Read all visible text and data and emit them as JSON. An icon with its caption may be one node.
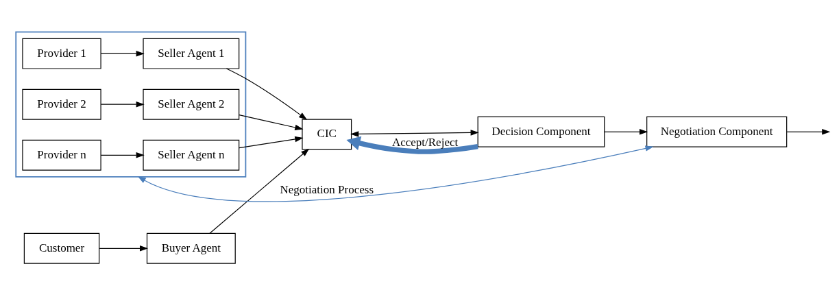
{
  "diagram": {
    "nodes": [
      {
        "text": [],
        "shape": "box"
      },
      {
        "text": [
          "Provider 1"
        ],
        "in": 0
      },
      {
        "text": [
          "Seller Agent 1"
        ],
        "in": 0
      },
      {
        "text": [
          "Provider 2"
        ],
        "in": 0
      },
      {
        "text": [
          "Seller Agent 2"
        ],
        "in": 0
      },
      {
        "text": [
          "Provider n"
        ],
        "in": 0
      },
      {
        "text": [
          "Seller Agent n"
        ],
        "in": 0
      },
      {
        "text": [
          "Customer"
        ]
      },
      {
        "text": [
          "Buyer Agent"
        ]
      },
      {
        "text": [
          "CIC"
        ]
      },
      {
        "text": [
          "Decision Component"
        ]
      },
      {
        "text": [
          "Negotiation Component"
        ]
      }
    ],
    "edges": [
      {
        "from": 1,
        "to": 2,
        "arrow": "to"
      },
      {
        "from": 3,
        "to": 4,
        "arrow": "to"
      },
      {
        "from": 5,
        "to": 6,
        "arrow": "to"
      },
      {
        "from": 2,
        "to": 9,
        "arrow": "to"
      },
      {
        "from": 4,
        "to": 9,
        "arrow": "to"
      },
      {
        "from": 6,
        "to": 9,
        "arrow": "to"
      },
      {
        "from": 10,
        "to": 9,
        "label": "Accept/Reject",
        "arrow": "to",
        "style": "thick",
        "color": "#4a7ebb"
      },
      {
        "from": 11,
        "to": 0,
        "label": "Negotiation Process",
        "arrow": "both",
        "color": "#4a7ebb"
      },
      {
        "from": 7,
        "to": 8,
        "arrow": "to"
      },
      {
        "from": 8,
        "to": 9,
        "arrow": "to"
      },
      {
        "from": 9,
        "to": 10,
        "arrow": "both"
      },
      {
        "from": 10,
        "to": 11,
        "arrow": "to"
      },
      {
        "from": 11,
        "to": null,
        "arrow": "to"
      }
    ]
  }
}
